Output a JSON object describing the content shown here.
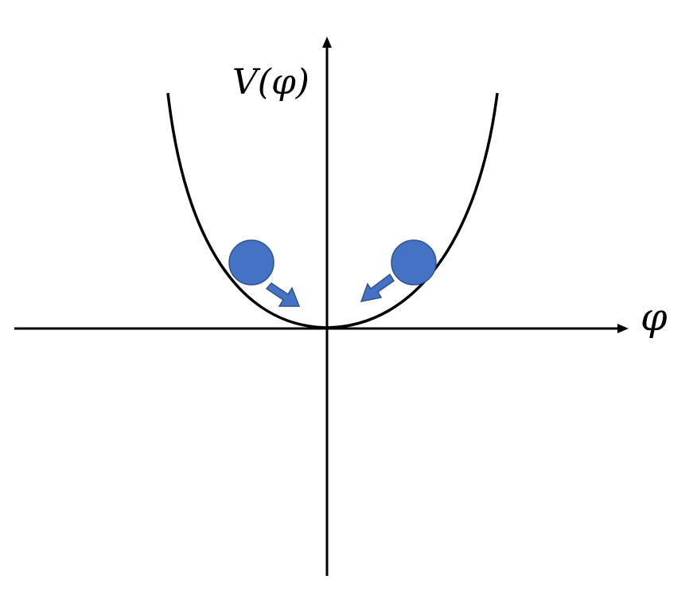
{
  "labels": {
    "y_axis": "V(φ)",
    "x_axis": "φ"
  },
  "colors": {
    "axis": "#000000",
    "curve": "#000000",
    "ball": "#4472C4",
    "ball_outline": "#2F528F",
    "arrow": "#4472C4",
    "arrow_outline": "#2F528F"
  },
  "elements": {
    "balls": [
      {
        "side": "left",
        "arrow_direction": "down-right"
      },
      {
        "side": "right",
        "arrow_direction": "down-left"
      }
    ]
  }
}
